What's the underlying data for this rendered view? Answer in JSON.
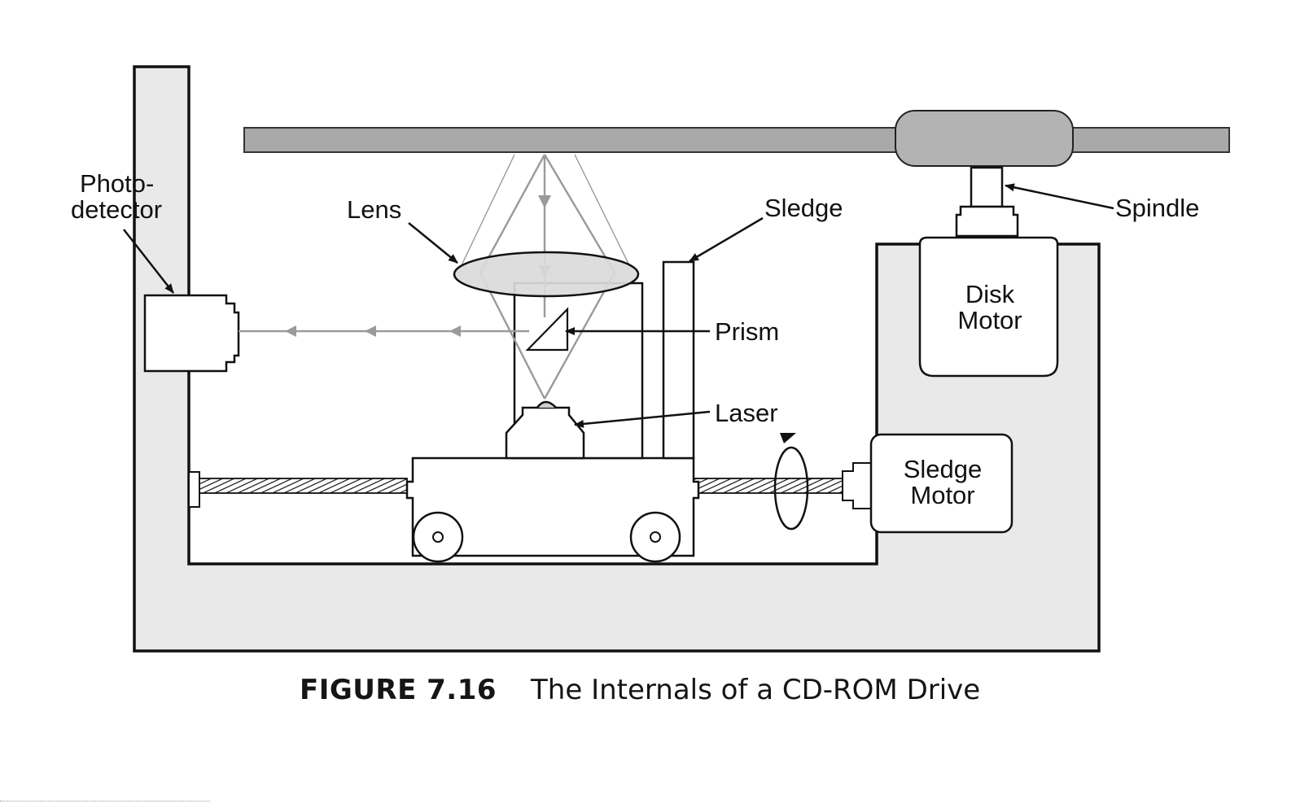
{
  "caption": {
    "figure_number": "FIGURE 7.16",
    "title": "The Internals of a CD-ROM Drive"
  },
  "labels": {
    "photodetector_line1": "Photo-",
    "photodetector_line2": "detector",
    "lens": "Lens",
    "sledge": "Sledge",
    "spindle": "Spindle",
    "prism": "Prism",
    "laser": "Laser",
    "disk_motor_line1": "Disk",
    "disk_motor_line2": "Motor",
    "sledge_motor_line1": "Sledge",
    "sledge_motor_line2": "Motor"
  },
  "colors": {
    "housing_fill": "#e9e9e9",
    "disc_fill": "#a9a9a9",
    "light_path": "#9a9a9a",
    "outline": "#111111"
  }
}
